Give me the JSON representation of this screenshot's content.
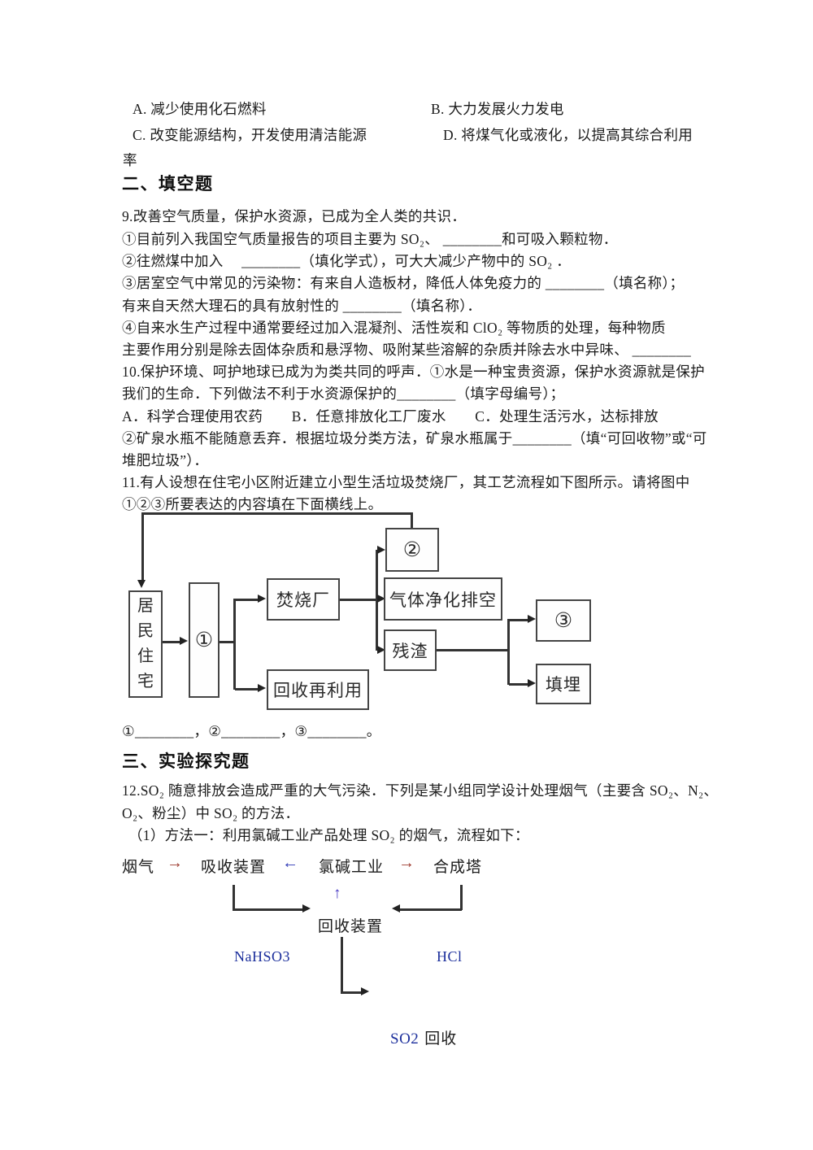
{
  "colors": {
    "text": "#1b1b1b",
    "box_border": "#454545",
    "arrow_red": "#9e3b2f",
    "arrow_blue": "#2b36b5",
    "arrow_violet": "#4334c2",
    "chem_blue": "#1c2f9c"
  },
  "intro_options": {
    "a": "A. 减少使用化石燃料",
    "b": "B. 大力发展火力发电",
    "c": "C. 改变能源结构，开发使用清洁能源",
    "d": "D. 将煤气化或液化，以提高其综合利用",
    "d_wrap": "率"
  },
  "section_fill": {
    "title": "二、填空题",
    "q9": {
      "l1": "9.改善空气质量，保护水资源，已成为全人类的共识．",
      "l2": "①目前列入我国空气质量报告的项目主要为 SO₂、 ________和可吸入颗粒物．",
      "l3": "②往燃煤中加入　 ________（填化学式），可大大减少产物中的 SO₂ ．",
      "l4": "③居室空气中常见的污染物：有来自人造板材，降低人体免疫力的 ________（填名称）；",
      "l5": "有来自天然大理石的具有放射性的 ________（填名称）．",
      "l6": "④自来水生产过程中通常要经过加入混凝剂、活性炭和 ClO₂ 等物质的处理，每种物质",
      "l7": "主要作用分别是除去固体杂质和悬浮物、吸附某些溶解的杂质并除去水中异味、 ________"
    },
    "q10": {
      "l1": "10.保护环境、呵护地球已成为为类共同的呼声．①水是一种宝贵资源，保护水资源就是保护",
      "l2": "我们的生命．下列做法不利于水资源保护的________（填字母编号）；",
      "l3": "A．科学合理使用农药　　B．任意排放化工厂废水　　C．处理生活污水，达标排放",
      "l4": "②矿泉水瓶不能随意丢弃．根据垃圾分类方法，矿泉水瓶属于________（填“可回收物”或“可",
      "l5": "堆肥垃圾”）．"
    },
    "q11": {
      "l1": "11.有人设想在住宅小区附近建立小型生活垃圾焚烧厂，其工艺流程如下图所示。请将图中",
      "l2": "①②③所要表达的内容填在下面横线上。",
      "answers": "①________，②________，③________。",
      "diagram": {
        "residential": "居民住宅",
        "node1": "①",
        "incinerator": "焚烧厂",
        "recycle": "回收再利用",
        "node2": "②",
        "gas_vent": "气体净化排空",
        "residue": "残渣",
        "node3": "③",
        "landfill": "填埋"
      }
    }
  },
  "section_exp": {
    "title": "三、实验探究题",
    "q12": {
      "l1": "12.SO₂ 随意排放会造成严重的大气污染．下列是某小组同学设计处理烟气（主要含 SO₂、N₂、",
      "l2": "O₂、粉尘）中 SO₂ 的方法．",
      "l3": "（1）方法一：利用氯碱工业产品处理 SO₂ 的烟气，流程如下：",
      "flow": {
        "smoke": "烟气",
        "arrow1": "→",
        "absorber": "吸收装置",
        "arrow2": "←",
        "chlor_alkali": "氯碱工业",
        "arrow3": "→",
        "tower": "合成塔",
        "arrow_up": "↑",
        "recovery": "回收装置",
        "nahso3": "NaHSO3",
        "hcl": "HCl",
        "so2": "SO2",
        "recover_label": "回收"
      }
    }
  }
}
